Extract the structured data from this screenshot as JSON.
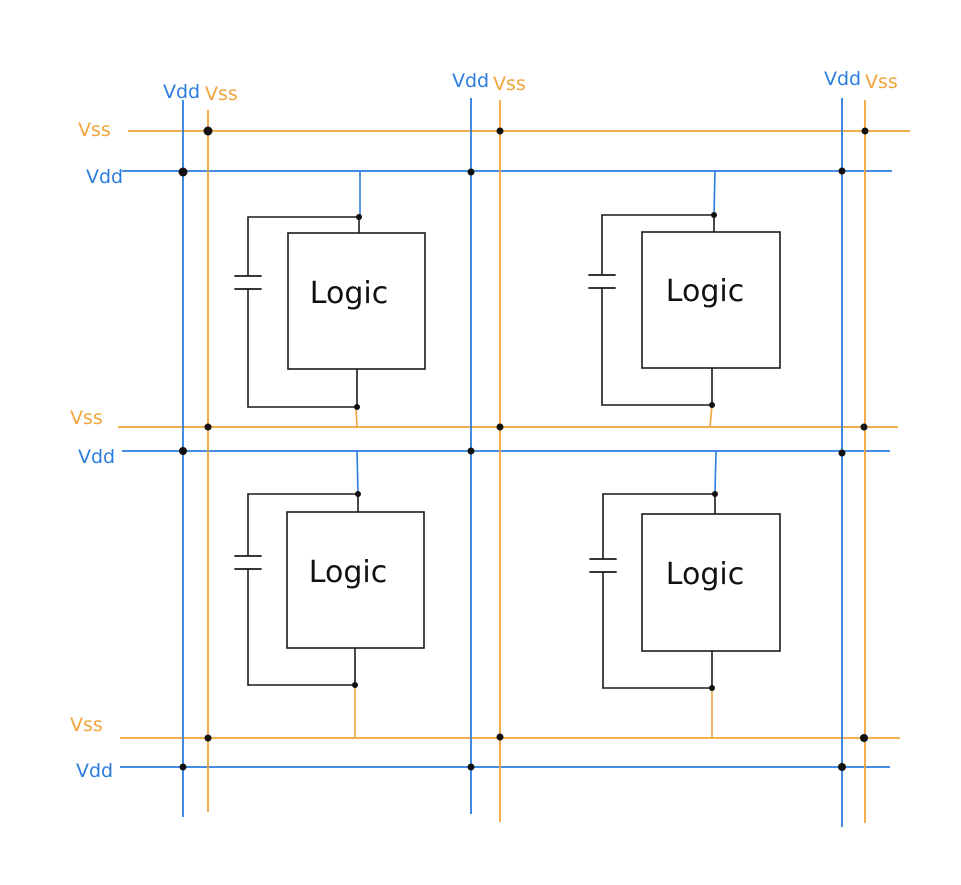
{
  "rail_labels": {
    "vdd": "Vdd",
    "vss": "Vss"
  },
  "block_label": "Logic",
  "colors": {
    "vdd": "#2b7de0",
    "vss": "#f0a43a",
    "circuit": "#1a1a1a",
    "background": "#ffffff"
  }
}
